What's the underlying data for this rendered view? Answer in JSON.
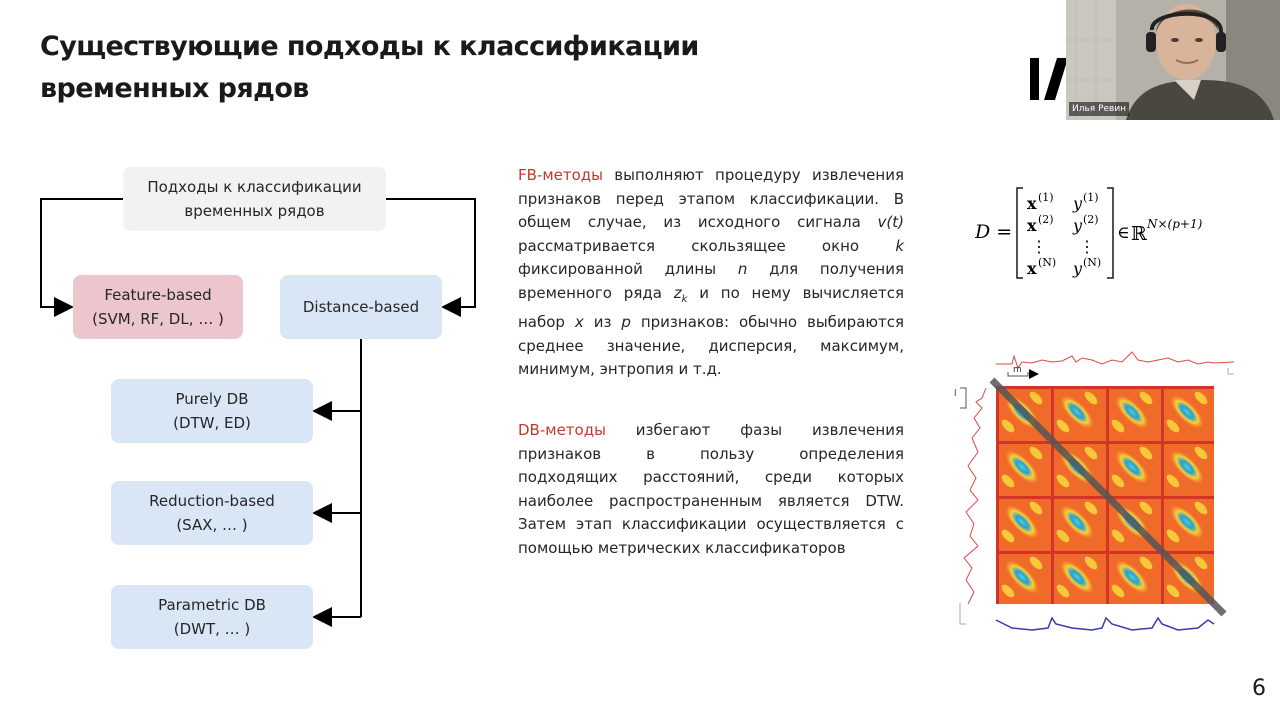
{
  "slide": {
    "title_line1": "Существующие подходы к классификации",
    "title_line2": "временных рядов",
    "page_number": "6"
  },
  "video": {
    "participant_name": "Илья Ревин"
  },
  "diagram": {
    "root_line1": "Подходы к классификации",
    "root_line2": "временных рядов",
    "feature_based_line1": "Feature-based",
    "feature_based_line2": "(SVM, RF, DL, … )",
    "distance_based": "Distance-based",
    "purely_db_line1": "Purely DB",
    "purely_db_line2": "(DTW, ED)",
    "reduction_based_line1": "Reduction-based",
    "reduction_based_line2": "(SAX, … )",
    "parametric_db_line1": "Parametric DB",
    "parametric_db_line2": "(DWT, … )"
  },
  "text": {
    "fb_term": "FB-методы",
    "fb_l1": " выполняют процедуру извлечения",
    "fb_l2": "признаков перед этапом классификации. В",
    "fb_l3a": "общем случае, из исходного сигнала ",
    "fb_l3b": "v(t)",
    "fb_l4a": "рассматривается скользящее окно ",
    "fb_l4b": "k",
    "fb_l5a": "фиксированной длины ",
    "fb_l5b": "n",
    "fb_l5c": " для получения",
    "fb_l6a": "временного ряда ",
    "fb_l6b": "z",
    "fb_l6c": "k",
    "fb_l6d": " и по нему вычисляется",
    "fb_l7a": "набор ",
    "fb_l7b": "x",
    "fb_l7c": " из ",
    "fb_l7d": "p",
    "fb_l7e": " признаков: обычно выбираются",
    "fb_l8": "среднее значение, дисперсия, максимум,",
    "fb_l9": "минимум, энтропия и т.д.",
    "db_term": "DB-методы",
    "db_l1": " избегают фазы извлечения",
    "db_l2": "признаков в пользу определения",
    "db_l3": "подходящих расстояний, среди которых",
    "db_l4": "наиболее распространенным является DTW.",
    "db_l5": "Затем этап классификации осуществляется с",
    "db_l6": "помощью метрических классификаторов"
  },
  "formula": {
    "lhs": "D =",
    "x": "x",
    "y": "y",
    "sup1": "(1)",
    "sup2": "(2)",
    "supN": "(N)",
    "dots": "⋮",
    "in": "∈",
    "reals": "ℝ",
    "dim": "N×(p+1)"
  },
  "figure": {
    "label_m": "m",
    "label_l": "l"
  },
  "colors": {
    "fb_box": "#ecc6cc",
    "db_box": "#d9e6f6",
    "root_box": "#f2f2f2",
    "accent_text": "#c0392b"
  }
}
